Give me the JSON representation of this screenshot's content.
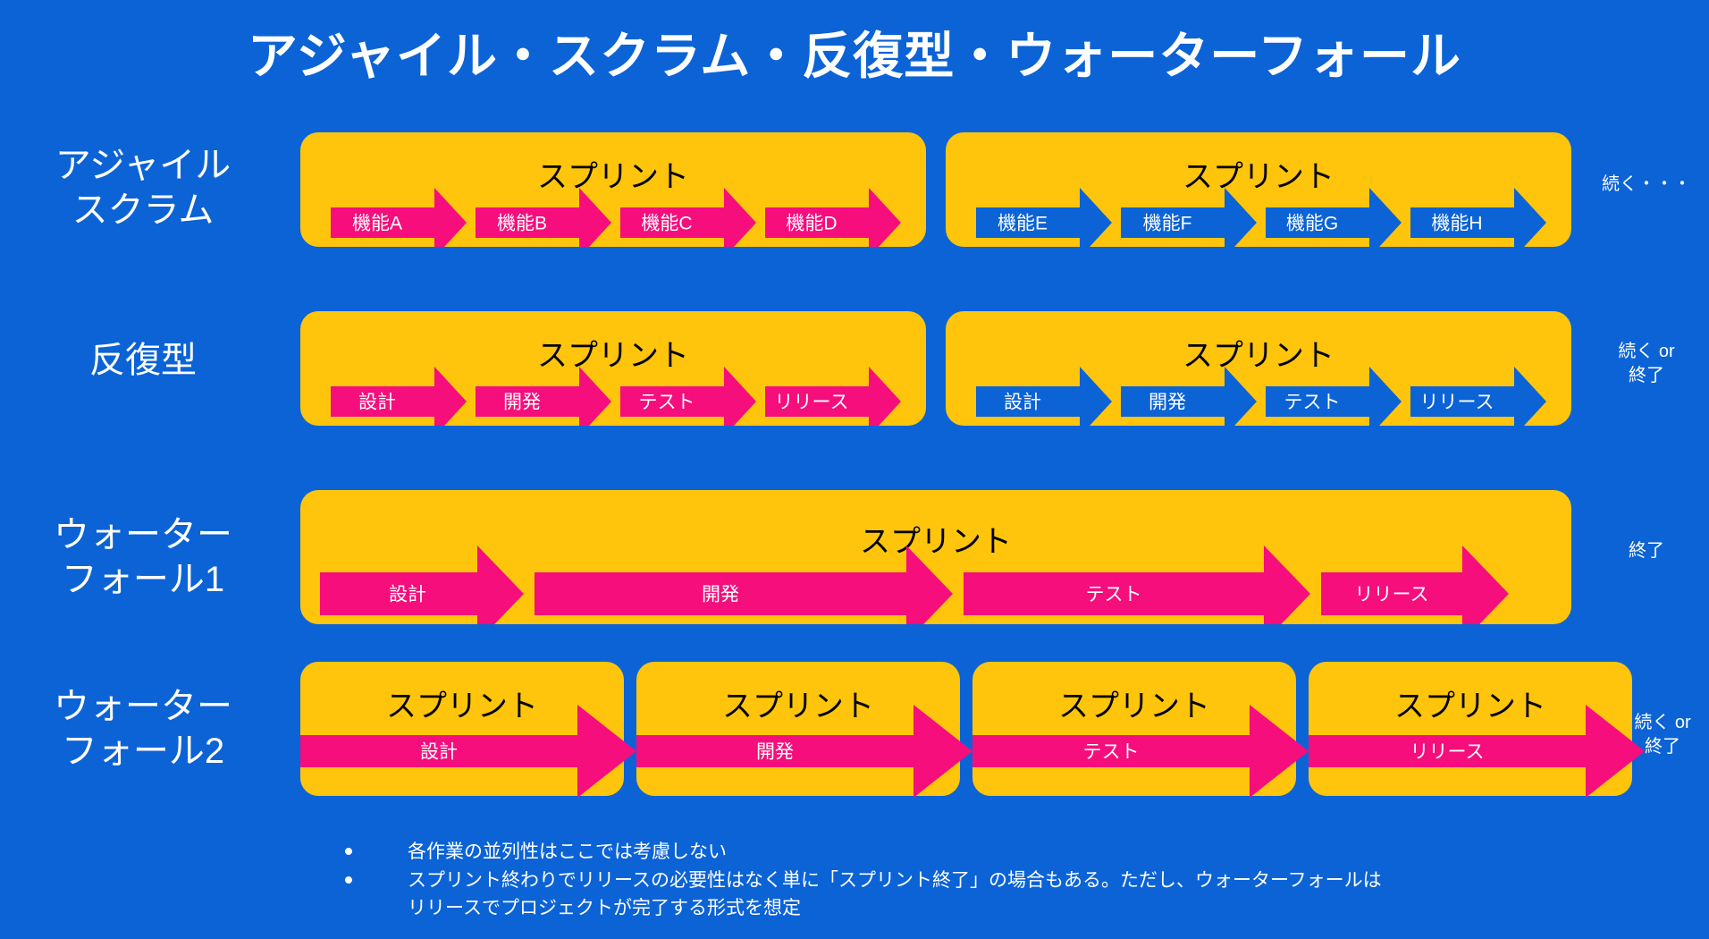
{
  "title": "アジャイル・スクラム・反復型・ウォーターフォール",
  "colors": {
    "background": "#0B63D6",
    "card": "#FFC50C",
    "arrow_pink": "#F50E7C",
    "arrow_blue": "#0B63D6",
    "title_text": "#FFFFFF",
    "card_title_text": "#000000"
  },
  "sprint_label": "スプリント",
  "rows": [
    {
      "id": "agile-scrum",
      "label": "アジャイル\nスクラム",
      "label_lines": [
        "アジャイル",
        "スクラム"
      ],
      "tail": "続く・・・",
      "tail_lines": [
        "続く・・・"
      ],
      "cards": [
        {
          "title": "スプリント",
          "arrow_color": "pink",
          "steps": [
            "機能A",
            "機能B",
            "機能C",
            "機能D"
          ]
        },
        {
          "title": "スプリント",
          "arrow_color": "blue",
          "steps": [
            "機能E",
            "機能F",
            "機能G",
            "機能H"
          ]
        }
      ]
    },
    {
      "id": "iterative",
      "label": "反復型",
      "label_lines": [
        "反復型"
      ],
      "tail": "続く or 終了",
      "tail_lines": [
        "続く or",
        "終了"
      ],
      "cards": [
        {
          "title": "スプリント",
          "arrow_color": "pink",
          "steps": [
            "設計",
            "開発",
            "テスト",
            "リリース"
          ]
        },
        {
          "title": "スプリント",
          "arrow_color": "blue",
          "steps": [
            "設計",
            "開発",
            "テスト",
            "リリース"
          ]
        }
      ]
    },
    {
      "id": "waterfall-1",
      "label": "ウォーター\nフォール1",
      "label_lines": [
        "ウォーター",
        "フォール1"
      ],
      "tail": "終了",
      "tail_lines": [
        "終了"
      ],
      "cards": [
        {
          "title": "スプリント",
          "arrow_color": "pink",
          "steps": [
            "設計",
            "開発",
            "テスト",
            "リリース"
          ],
          "step_widths": [
            240,
            440,
            330,
            215
          ]
        }
      ]
    },
    {
      "id": "waterfall-2",
      "label": "ウォーター\nフォール2",
      "label_lines": [
        "ウォーター",
        "フォール2"
      ],
      "tail": "続く or 終了",
      "tail_lines": [
        "続く or",
        "終了"
      ],
      "cards": [
        {
          "title": "スプリント",
          "arrow_color": "pink",
          "steps": [
            "設計"
          ]
        },
        {
          "title": "スプリント",
          "arrow_color": "pink",
          "steps": [
            "開発"
          ]
        },
        {
          "title": "スプリント",
          "arrow_color": "pink",
          "steps": [
            "テスト"
          ]
        },
        {
          "title": "スプリント",
          "arrow_color": "pink",
          "steps": [
            "リリース"
          ]
        }
      ]
    }
  ],
  "notes": [
    "各作業の並列性はここでは考慮しない",
    "スプリント終わりでリリースの必要性はなく単に「スプリント終了」の場合もある。ただし、ウォーターフォールはリリースでプロジェクトが完了する形式を想定"
  ]
}
